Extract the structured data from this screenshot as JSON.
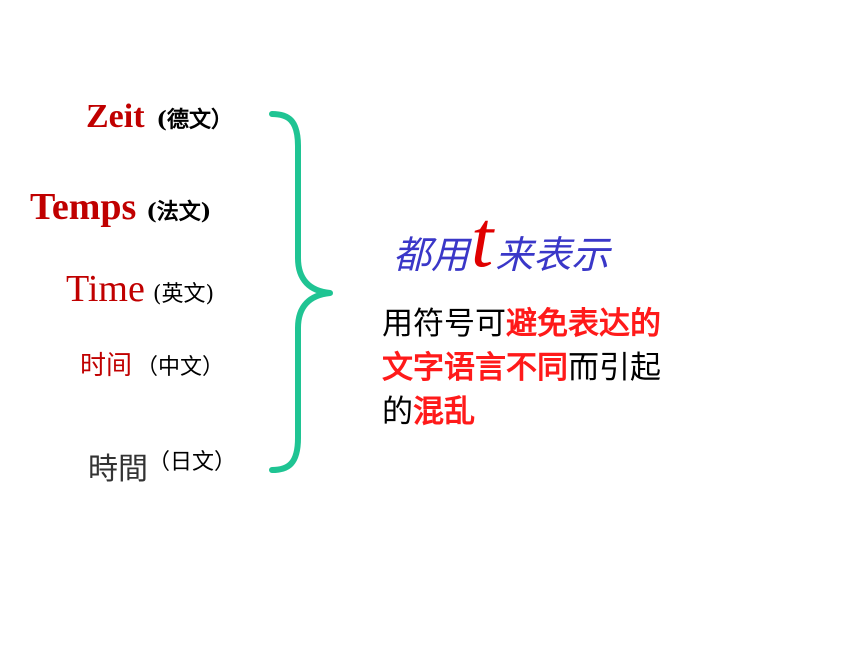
{
  "words": {
    "zeit": {
      "word": "Zeit",
      "note": "(德文）"
    },
    "temps": {
      "word": "Temps",
      "note": "(法文)"
    },
    "time": {
      "word": "Time",
      "note": "(英文)"
    },
    "zh": {
      "word": "时间",
      "note": "（中文）"
    },
    "ja": {
      "word": "時間",
      "note": "（日文）"
    }
  },
  "heading": {
    "before": "都用",
    "symbol": "t",
    "after": "来表示"
  },
  "statement": {
    "line1": {
      "a": "用符号可",
      "b": "避免表达的"
    },
    "line2": {
      "a": "文字语言不同",
      "b": "而引起"
    },
    "line3": {
      "a": "的",
      "b": "混乱"
    }
  },
  "colors": {
    "word": "#c00000",
    "brace": "#1fc493",
    "heading": "#3a37c8",
    "symbol": "#e00000",
    "highlight": "#ff1a1a"
  }
}
